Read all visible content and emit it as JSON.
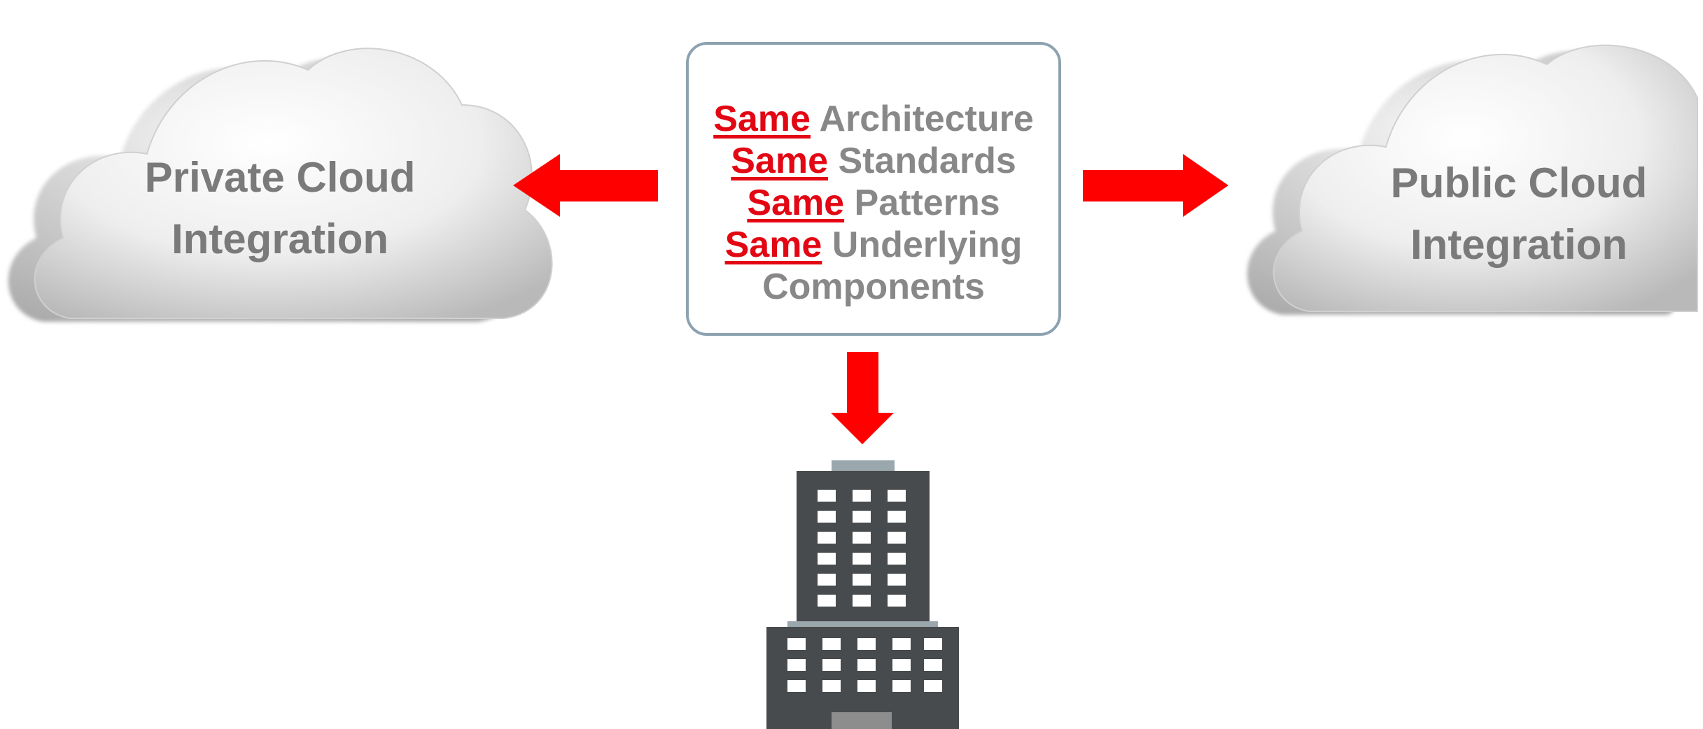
{
  "colors": {
    "arrow": "#ff0000",
    "same_text": "#e30613",
    "body_text": "#888888",
    "cloud_text": "#7a7a7a",
    "box_border": "#8da2b0",
    "building": "#474b4d",
    "building_trim": "#9aa7ad"
  },
  "left_cloud": {
    "line1": "Private Cloud",
    "line2": "Integration"
  },
  "right_cloud": {
    "line1": "Public Cloud",
    "line2": "Integration"
  },
  "center_box": {
    "lines": [
      {
        "emphasis": "Same",
        "rest": " Architecture"
      },
      {
        "emphasis": "Same",
        "rest": " Standards"
      },
      {
        "emphasis": "Same",
        "rest": " Patterns"
      },
      {
        "emphasis": "Same",
        "rest": " Underlying"
      }
    ],
    "last_line": "Components"
  },
  "icons": {
    "left_cloud": "cloud-icon",
    "right_cloud": "cloud-icon",
    "building": "office-building-icon",
    "arrows": [
      "arrow-left-icon",
      "arrow-right-icon",
      "arrow-down-icon"
    ]
  }
}
